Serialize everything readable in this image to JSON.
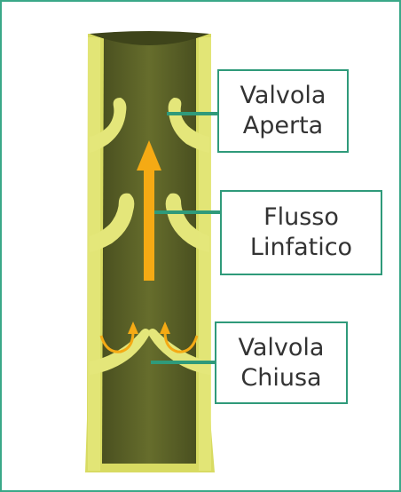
{
  "colors": {
    "border": "#3aa888",
    "vessel_wall": "#e4e67a",
    "vessel_interior": "#595f24",
    "flow_arrow": "#f5aa14",
    "leader": "#2f9a7a"
  },
  "labels": {
    "open_valve": [
      "Valvola",
      "Aperta"
    ],
    "lymph_flow": [
      "Flusso",
      "Linfatico"
    ],
    "closed_valve": [
      "Valvola",
      "Chiusa"
    ]
  }
}
